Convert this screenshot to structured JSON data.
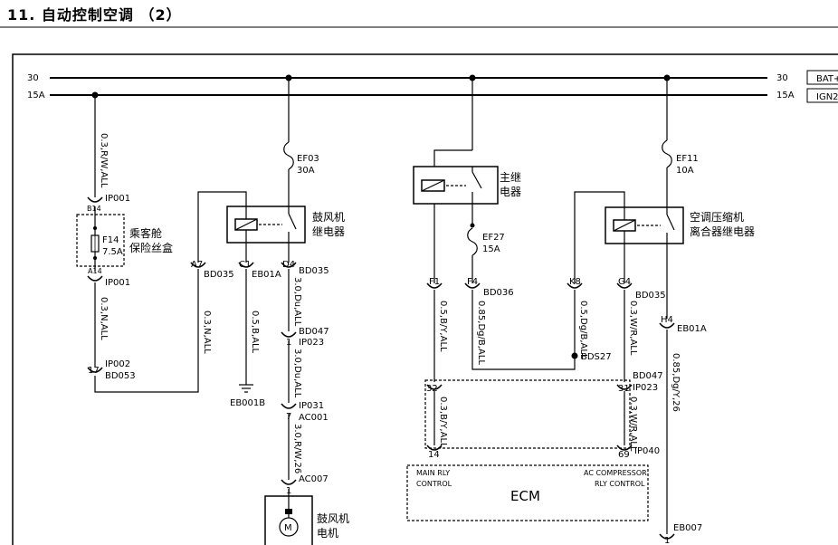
{
  "title": "11. 自动控制空调 （2）",
  "buses": [
    {
      "left": "30",
      "right": "30",
      "tag": "BAT+"
    },
    {
      "left": "15A",
      "right": "15A",
      "tag": "IGN2"
    }
  ],
  "fusebox": {
    "name_line1": "乘客舱",
    "name_line2": "保险丝盒",
    "fuse_id": "F14",
    "fuse_rating": "7.5A",
    "pin_top": "B14",
    "pin_bottom": "A14"
  },
  "wires": {
    "w1": "0.3,R/W,ALL",
    "w2": "0.3,N,ALL",
    "w3": "0.3,N,ALL",
    "w4": "0.5,B,ALL",
    "w5": "3.0,Du,ALL",
    "w6": "3.0,Du,ALL",
    "w7": "3.0,R/W,26",
    "w8": "0.5,B/Y,ALL",
    "w9": "0.85,Dg/B,ALL",
    "w10": "0.5,Dg/B,ALL",
    "w11": "0.3,W/R,ALL",
    "w12": "0.85,Dg/Y,26",
    "w13": "0.3,B/Y,ALL",
    "w14": "0.3,W/R,ALL"
  },
  "connectors": {
    "ip001_top": "IP001",
    "ip001_bot": "IP001",
    "ip002": "IP002",
    "bd053": "BD053",
    "pin17": "17",
    "a7": "A7",
    "bd035_a": "BD035",
    "c1": "C1",
    "eb01a_a": "EB01A",
    "d4": "D4",
    "bd035_b": "BD035",
    "bd047_a": "BD047",
    "ip023_a": "IP023",
    "pin1_a": "1",
    "ip031": "IP031",
    "ac001": "AC001",
    "pin7": "7",
    "ac007": "AC007",
    "pin1_b": "1",
    "f1": "F1",
    "f4": "F4",
    "bd036": "BD036",
    "k8": "K8",
    "g4": "G4",
    "bd035_c": "BD035",
    "h4": "H4",
    "eb01a_b": "EB01A",
    "bds27": "BDS27",
    "pin32": "32",
    "pin31": "31",
    "bd047_b": "BD047",
    "ip023_b": "IP023",
    "pin14": "14",
    "pin69": "69",
    "ip040": "IP040",
    "eb007": "EB007",
    "pin1_c": "1",
    "eb001b": "EB001B"
  },
  "fuses": {
    "ef03_id": "EF03",
    "ef03_rating": "30A",
    "ef27_id": "EF27",
    "ef27_rating": "15A",
    "ef11_id": "EF11",
    "ef11_rating": "10A"
  },
  "relays": {
    "main_line1": "主继",
    "main_line2": "电器",
    "blower_line1": "鼓风机",
    "blower_line2": "继电器",
    "ac_line1": "空调压缩机",
    "ac_line2": "离合器继电器"
  },
  "ecm": {
    "label": "ECM",
    "left_line1": "MAIN RLY",
    "left_line2": "CONTROL",
    "right_line1": "AC COMPRESSOR",
    "right_line2": "RLY CONTROL"
  },
  "motor": {
    "symbol": "M",
    "line1": "鼓风机",
    "line2": "电机"
  }
}
